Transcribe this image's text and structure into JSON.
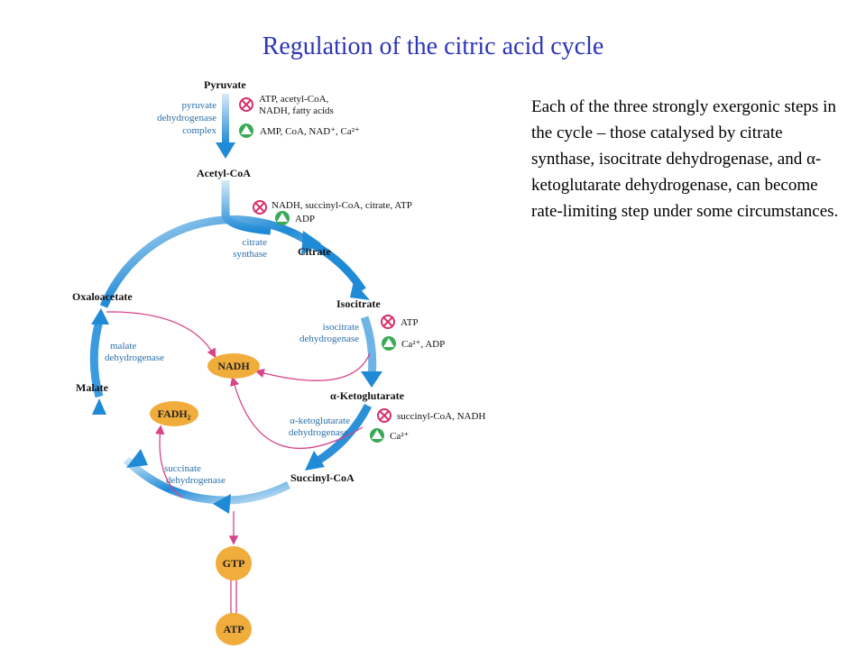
{
  "title": "Regulation of the citric acid cycle",
  "description": "Each of the three strongly exergonic steps in the cycle – those catalysed by citrate synthase, isocitrate dehydrogenase, and α-ketoglutarate dehydrogenase, can become rate-limiting step under some circumstances.",
  "metabolites": {
    "pyruvate": "Pyruvate",
    "acetyl_coa": "Acetyl-CoA",
    "citrate": "Citrate",
    "isocitrate": "Isocitrate",
    "ketoglutarate": "α-Ketoglutarate",
    "succinyl_coa": "Succinyl-CoA",
    "oxaloacetate": "Oxaloacetate",
    "malate": "Malate"
  },
  "enzymes": {
    "pdh_1": "pyruvate",
    "pdh_2": "dehydrogenase",
    "pdh_3": "complex",
    "cs_1": "citrate",
    "cs_2": "synthase",
    "idh_1": "isocitrate",
    "idh_2": "dehydrogenase",
    "akgdh_1": "α-ketoglutarate",
    "akgdh_2": "dehydrogenase",
    "mdh_1": "malate",
    "mdh_2": "dehydrogenase",
    "sdh_1": "succinate",
    "sdh_2": "dehydrogenase"
  },
  "regulators": {
    "pdh_inhib_1": "ATP, acetyl-CoA,",
    "pdh_inhib_2": "NADH, fatty acids",
    "pdh_activ": "AMP, CoA, NAD⁺, Ca²⁺",
    "cs_inhib": "NADH, succinyl-CoA, citrate, ATP",
    "cs_activ": "ADP",
    "idh_inhib": "ATP",
    "idh_activ": "Ca²⁺, ADP",
    "akgdh_inhib": "succinyl-CoA, NADH",
    "akgdh_activ": "Ca²⁺"
  },
  "products": {
    "nadh": "NADH",
    "fadh2": "FADH₂",
    "gtp": "GTP",
    "atp": "ATP"
  },
  "colors": {
    "title": "#2d35b8",
    "cycle_arrow": "#1f8ad6",
    "product_pill": "#f0ad3c",
    "inhibitor": "#d5306b",
    "activator": "#3aaa56",
    "side_arrow": "#d8438a",
    "enzyme_text": "#2a6fa8"
  }
}
